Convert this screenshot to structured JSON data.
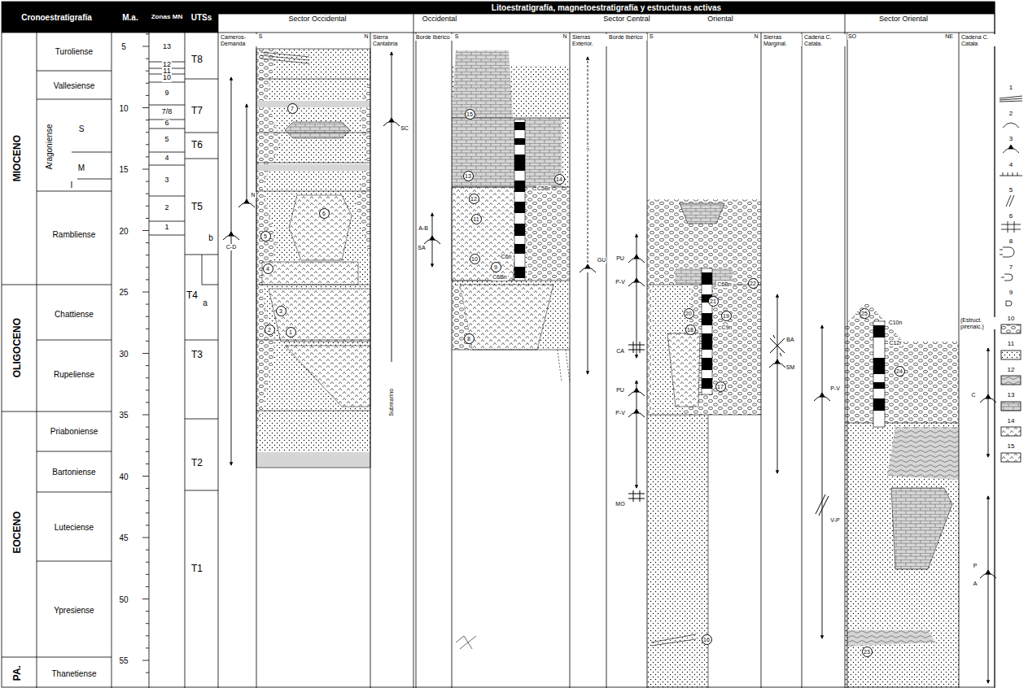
{
  "diagram": {
    "nodes": [
      {
        "text": [
          "Cronoestratigrafía"
        ]
      },
      {
        "text": [
          "M.a."
        ]
      },
      {
        "text": [
          "Zonas MN"
        ]
      },
      {
        "text": [
          "UTSs"
        ]
      },
      {
        "text": [
          "Litoestratigrafía, magnetoestratigrafía y estructuras activas"
        ]
      }
    ],
    "labels": [
      "Sector Occidental",
      "Occidental",
      "Sector Central",
      "Oriental",
      "Sector Oriental",
      "MIOCENO",
      "OLIGOCENO",
      "EOCENO",
      "PA.",
      "Turoliense",
      "Vallesiense",
      "Aragoniense",
      "S",
      "M",
      "I",
      "Rambliense",
      "Chattiense",
      "Rupeliense",
      "Priaboniense",
      "Bartoniense",
      "Luteciense",
      "Ypresiense",
      "Thanetiense",
      "5",
      "10",
      "15",
      "20",
      "25",
      "30",
      "35",
      "40",
      "45",
      "50",
      "55",
      "13",
      "12",
      "11",
      "10",
      "9",
      "7/8",
      "6",
      "5",
      "4",
      "3",
      "2",
      "1",
      "T8",
      "T7",
      "T6",
      "T5",
      "b",
      "T4",
      "a",
      "T3",
      "T2",
      "T1",
      "Cameros-Demanda",
      "S",
      "N",
      "Sierra Cantabria",
      "Borde Ibérico",
      "S",
      "N",
      "Sierras Exterior.",
      "Borde Ibérico",
      "S",
      "N",
      "Sierras Marginal.",
      "Cadena C. Catala.",
      "SO",
      "NE",
      "Cadena C. Catala",
      "1",
      "2",
      "3",
      "4",
      "5",
      "6",
      "7",
      "8",
      "9",
      "10",
      "11",
      "12",
      "13",
      "14",
      "15",
      "16",
      "17",
      "18",
      "19",
      "20",
      "21",
      "22",
      "23",
      "24",
      "25",
      "C5Br",
      "C6n",
      "C6Bn",
      "C6Bn",
      "C9n",
      "C10n",
      "C12r",
      "C-D",
      "N",
      "SC",
      "Submarino",
      "A-B",
      "SA",
      "?",
      "GU",
      "PU",
      "P-V",
      "CA",
      "PU",
      "P-V",
      "MO",
      "BA",
      "SM",
      "P-V",
      "V-P",
      "(Estruct. pirenaic.)",
      "C",
      "P",
      "A"
    ],
    "legend": [
      {
        "text": "1"
      },
      {
        "text": "2"
      },
      {
        "text": "3"
      },
      {
        "text": "4"
      },
      {
        "text": "5"
      },
      {
        "text": "6"
      },
      {
        "text": "8"
      },
      {
        "text": "7"
      },
      {
        "text": "9"
      },
      {
        "text": "10"
      },
      {
        "text": "11"
      },
      {
        "text": "12"
      },
      {
        "text": "13"
      },
      {
        "text": "14"
      },
      {
        "text": "15"
      }
    ]
  }
}
